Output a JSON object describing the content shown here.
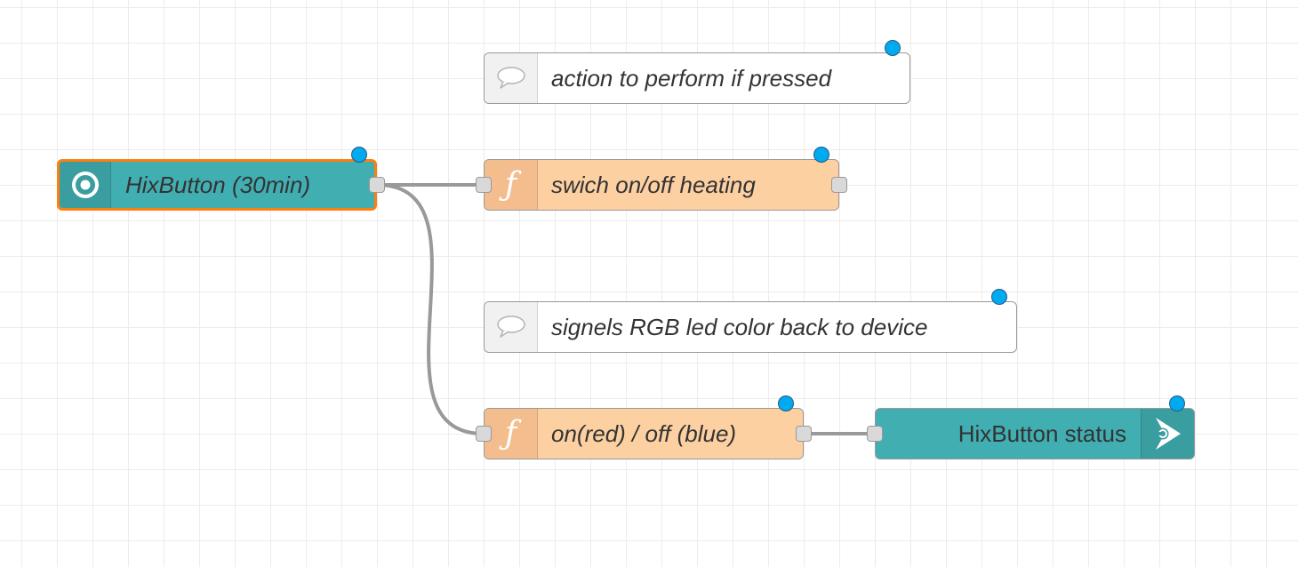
{
  "flow": {
    "nodes": [
      {
        "id": "inject",
        "type": "inject",
        "label": "HixButton (30min)",
        "icon": "inject-icon",
        "selected": true,
        "changed": true
      },
      {
        "id": "comment1",
        "type": "comment",
        "label": "action to perform if pressed",
        "icon": "comment-icon",
        "changed": true
      },
      {
        "id": "func1",
        "type": "function",
        "label": "swich on/off heating",
        "icon": "function-icon",
        "changed": true
      },
      {
        "id": "comment2",
        "type": "comment",
        "label": "signels RGB led color back to device",
        "icon": "comment-icon",
        "changed": true
      },
      {
        "id": "func2",
        "type": "function",
        "label": "on(red) / off (blue)",
        "icon": "function-icon",
        "changed": true
      },
      {
        "id": "out",
        "type": "output",
        "label": "HixButton status",
        "icon": "output-icon",
        "changed": true
      }
    ],
    "wires": [
      {
        "from": "inject",
        "to": "func1"
      },
      {
        "from": "inject",
        "to": "func2"
      },
      {
        "from": "func2",
        "to": "out"
      }
    ]
  },
  "colors": {
    "function_node": "#fdd0a2",
    "teal_node": "#41aeb2",
    "selection_outline": "#ff7f0e",
    "changed_indicator": "#00aaee",
    "wire": "#999999",
    "grid": "#ececec"
  }
}
